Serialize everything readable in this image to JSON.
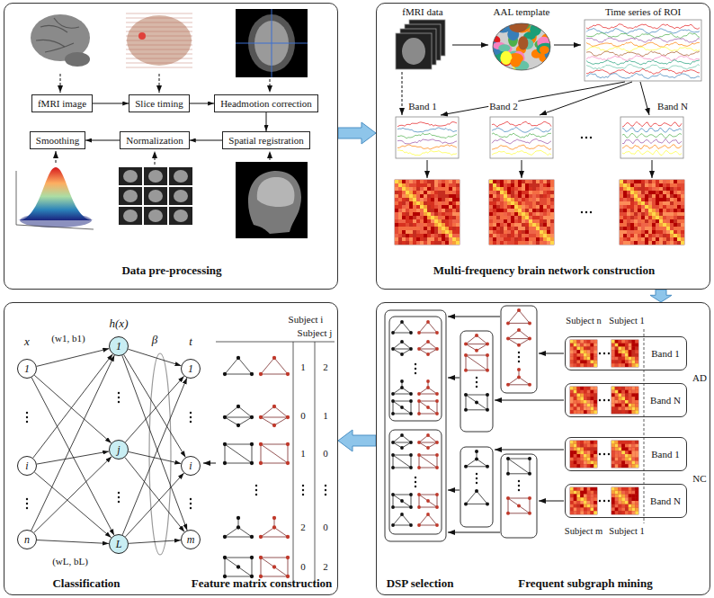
{
  "diagram": {
    "nodes": [
      {
        "text": [
          "Data pre-processing"
        ]
      },
      {
        "text": [
          "fMRI image"
        ],
        "in": 0
      },
      {
        "text": [
          "Slice timing"
        ],
        "in": 0
      },
      {
        "text": [
          "Headmotion correction"
        ],
        "in": 0
      },
      {
        "text": [
          "Spatial registration"
        ],
        "in": 0
      },
      {
        "text": [
          "Normalization"
        ],
        "in": 0
      },
      {
        "text": [
          "Smoothing"
        ],
        "in": 0
      },
      {
        "text": [
          "Multi-frequency brain network construction"
        ]
      },
      {
        "text": [
          "DSP selection",
          "Frequent subgraph mining"
        ]
      },
      {
        "text": [
          "Band 1"
        ],
        "in": 8
      },
      {
        "text": [
          "Band N"
        ],
        "in": 8
      },
      {
        "text": [
          "Band 1"
        ],
        "in": 8
      },
      {
        "text": [
          "Band N"
        ],
        "in": 8
      },
      {
        "text": [
          "Classification",
          "Feature matrix construction"
        ]
      },
      {
        "text": [
          "1"
        ],
        "in": 13
      },
      {
        "text": [
          "i"
        ],
        "in": 13
      },
      {
        "text": [
          "n"
        ],
        "in": 13
      },
      {
        "text": [
          "1"
        ],
        "in": 13
      },
      {
        "text": [
          "j"
        ],
        "in": 13
      },
      {
        "text": [
          "L"
        ],
        "in": 13
      },
      {
        "text": [
          "1"
        ],
        "in": 13
      },
      {
        "text": [
          "i"
        ],
        "in": 13
      },
      {
        "text": [
          "m"
        ],
        "in": 13
      }
    ],
    "edges": [
      {
        "from": 0,
        "to": 7,
        "arrow": "to"
      },
      {
        "from": 7,
        "to": 8,
        "arrow": "to"
      },
      {
        "from": 8,
        "to": 13,
        "arrow": "to"
      },
      {
        "from": 1,
        "to": 2,
        "arrow": "to"
      },
      {
        "from": 2,
        "to": 3,
        "arrow": "to"
      },
      {
        "from": 3,
        "to": 4,
        "arrow": "to"
      },
      {
        "from": 4,
        "to": 5,
        "arrow": "to"
      },
      {
        "from": 5,
        "to": 6,
        "arrow": "to"
      },
      {
        "from": 14,
        "to": 17,
        "arrow": "to"
      },
      {
        "from": 14,
        "to": 18,
        "arrow": "to"
      },
      {
        "from": 14,
        "to": 19,
        "arrow": "to"
      },
      {
        "from": 15,
        "to": 17,
        "arrow": "to"
      },
      {
        "from": 15,
        "to": 18,
        "arrow": "to"
      },
      {
        "from": 15,
        "to": 19,
        "arrow": "to"
      },
      {
        "from": 16,
        "to": 17,
        "arrow": "to"
      },
      {
        "from": 16,
        "to": 18,
        "arrow": "to"
      },
      {
        "from": 16,
        "to": 19,
        "arrow": "to"
      },
      {
        "from": 17,
        "to": 20,
        "arrow": "to"
      },
      {
        "from": 17,
        "to": 21,
        "arrow": "to"
      },
      {
        "from": 17,
        "to": 22,
        "arrow": "to"
      },
      {
        "from": 18,
        "to": 20,
        "arrow": "to"
      },
      {
        "from": 18,
        "to": 21,
        "arrow": "to"
      },
      {
        "from": 18,
        "to": 22,
        "arrow": "to"
      },
      {
        "from": 19,
        "to": 20,
        "arrow": "to"
      },
      {
        "from": 19,
        "to": 21,
        "arrow": "to"
      },
      {
        "from": 19,
        "to": 22,
        "arrow": "to"
      }
    ],
    "labels": [
      "fMRI data",
      "AAL template",
      "Time series of ROI",
      "Band 1",
      "Band 2",
      "Band N",
      "Subject n",
      "Subject 1",
      "AD",
      "NC",
      "Subject m",
      "Subject 1",
      "x",
      "h(x)",
      "t",
      "β",
      "(w1, b1)",
      "(wL, bL)",
      "Subject i",
      "Subject j",
      "1",
      "2",
      "0",
      "1",
      "1",
      "0",
      "2",
      "0",
      "0",
      "2"
    ]
  }
}
